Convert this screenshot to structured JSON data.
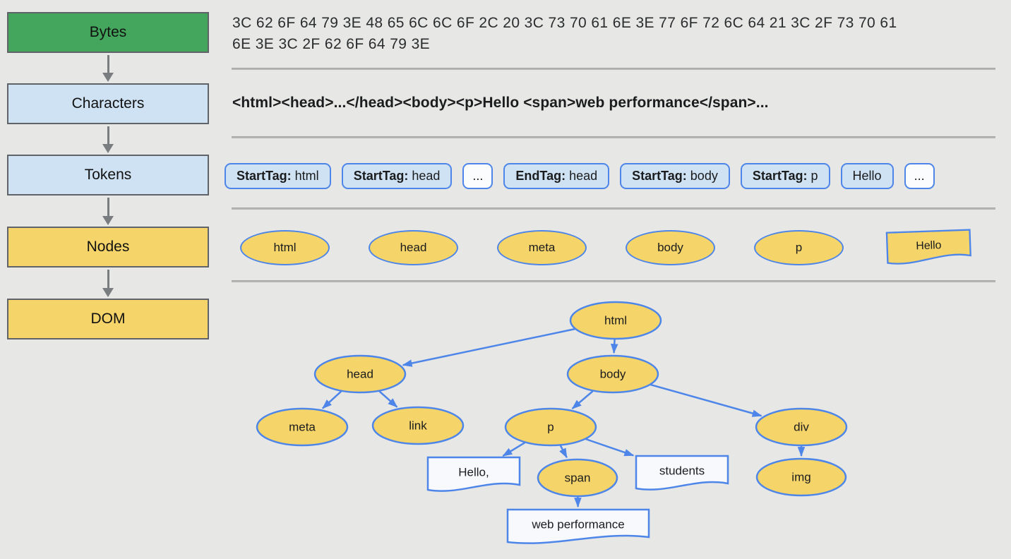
{
  "title": "HTML parsing pipeline: Bytes to DOM",
  "colors": {
    "background": "#e7e7e6",
    "stage_green": "#44a55c",
    "stage_light_blue": "#cfe2f3",
    "stage_yellow": "#f5d469",
    "node_border_blue": "#4d86e8",
    "box_border_gray": "#606468",
    "arrow_gray": "#7a7d80",
    "separator_gray": "#b5b5b5",
    "text_node_fill": "#f7f9fc"
  },
  "pipeline": {
    "stages": [
      {
        "label": "Bytes",
        "variant": "green"
      },
      {
        "label": "Characters",
        "variant": "blue"
      },
      {
        "label": "Tokens",
        "variant": "blue"
      },
      {
        "label": "Nodes",
        "variant": "yellow"
      },
      {
        "label": "DOM",
        "variant": "yellow"
      }
    ]
  },
  "bytes_row": {
    "line1": "3C 62 6F 64 79 3E 48 65 6C 6C 6F 2C 20 3C 73 70 61 6E 3E 77 6F 72 6C 64 21 3C 2F 73 70 61",
    "line2": "6E 3E 3C 2F 62 6F 64 79 3E"
  },
  "characters_row": {
    "text": "<html><head>...</head><body><p>Hello <span>web performance</span>..."
  },
  "tokens_row": {
    "tokens": [
      {
        "label": "StartTag:",
        "value": "html",
        "variant": "filled"
      },
      {
        "label": "StartTag:",
        "value": "head",
        "variant": "filled"
      },
      {
        "label": "",
        "value": "...",
        "variant": "plain"
      },
      {
        "label": "EndTag:",
        "value": "head",
        "variant": "filled"
      },
      {
        "label": "StartTag:",
        "value": "body",
        "variant": "filled"
      },
      {
        "label": "StartTag:",
        "value": "p",
        "variant": "filled"
      },
      {
        "label": "",
        "value": "Hello",
        "variant": "filled"
      },
      {
        "label": "",
        "value": "...",
        "variant": "plain"
      }
    ]
  },
  "nodes_row": {
    "nodes": [
      {
        "label": "html",
        "shape": "ellipse"
      },
      {
        "label": "head",
        "shape": "ellipse"
      },
      {
        "label": "meta",
        "shape": "ellipse"
      },
      {
        "label": "body",
        "shape": "ellipse"
      },
      {
        "label": "p",
        "shape": "ellipse"
      },
      {
        "label": "Hello",
        "shape": "text-flag"
      }
    ]
  },
  "dom_tree": {
    "nodes": [
      {
        "id": "html",
        "label": "html",
        "type": "element"
      },
      {
        "id": "head",
        "label": "head",
        "type": "element"
      },
      {
        "id": "body",
        "label": "body",
        "type": "element"
      },
      {
        "id": "meta",
        "label": "meta",
        "type": "element"
      },
      {
        "id": "link",
        "label": "link",
        "type": "element"
      },
      {
        "id": "p",
        "label": "p",
        "type": "element"
      },
      {
        "id": "div",
        "label": "div",
        "type": "element"
      },
      {
        "id": "hello",
        "label": "Hello,",
        "type": "text"
      },
      {
        "id": "span",
        "label": "span",
        "type": "element"
      },
      {
        "id": "students",
        "label": "students",
        "type": "text"
      },
      {
        "id": "img",
        "label": "img",
        "type": "element"
      },
      {
        "id": "webperf",
        "label": "web performance",
        "type": "text"
      }
    ],
    "edges": [
      [
        "html",
        "head"
      ],
      [
        "html",
        "body"
      ],
      [
        "head",
        "meta"
      ],
      [
        "head",
        "link"
      ],
      [
        "body",
        "p"
      ],
      [
        "body",
        "div"
      ],
      [
        "p",
        "hello"
      ],
      [
        "p",
        "span"
      ],
      [
        "p",
        "students"
      ],
      [
        "span",
        "webperf"
      ],
      [
        "div",
        "img"
      ]
    ]
  }
}
